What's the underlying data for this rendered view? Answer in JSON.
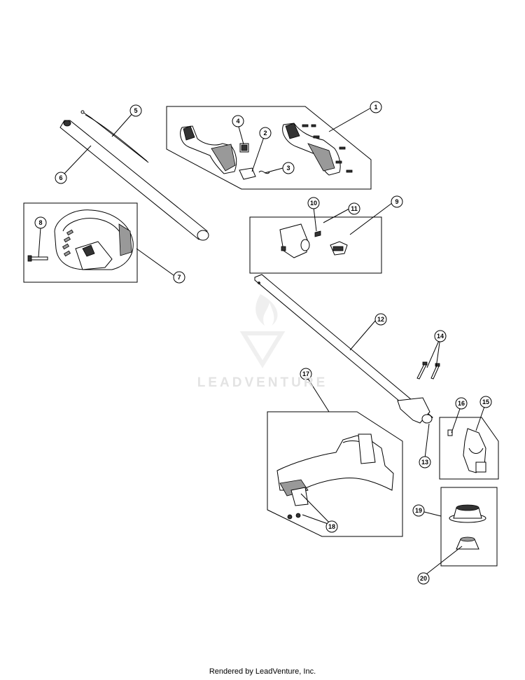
{
  "watermark": "LEADVENTURE",
  "footer": "Rendered by LeadVenture, Inc.",
  "callouts": [
    "1",
    "2",
    "3",
    "4",
    "5",
    "6",
    "7",
    "8",
    "9",
    "10",
    "11",
    "12",
    "13",
    "14",
    "15",
    "16",
    "17",
    "18",
    "19",
    "20"
  ]
}
